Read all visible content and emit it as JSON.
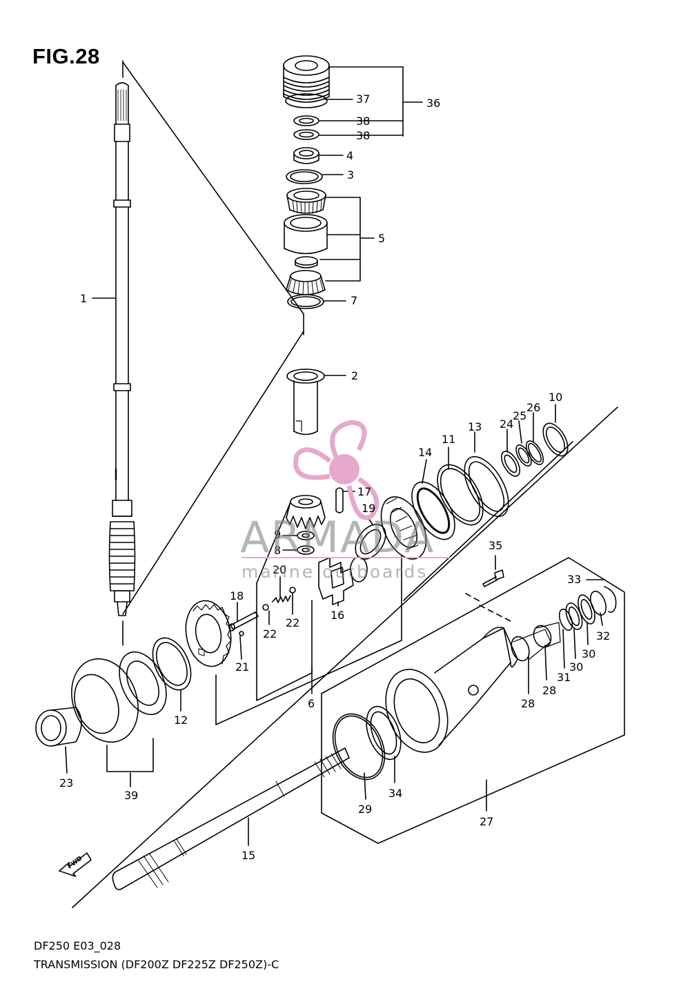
{
  "figure": {
    "title": "FIG.28"
  },
  "footer": {
    "code": "DF250 E03_028",
    "title": "TRANSMISSION (DF200Z DF225Z DF250Z)-C"
  },
  "watermark": {
    "name": "ARMADA",
    "sub": "marine outboards",
    "logo_color": "#e6a9cc",
    "text_color": "#8c8c8c"
  },
  "fwd_label": "FWD",
  "callouts": [
    "1",
    "2",
    "3",
    "4",
    "5",
    "6",
    "7",
    "8",
    "9",
    "10",
    "11",
    "12",
    "13",
    "14",
    "15",
    "16",
    "17",
    "18",
    "19",
    "20",
    "21",
    "22",
    "22",
    "23",
    "24",
    "25",
    "26",
    "27",
    "28",
    "28",
    "28",
    "29",
    "30",
    "30",
    "31",
    "32",
    "33",
    "34",
    "35",
    "36",
    "37",
    "38",
    "38",
    "39"
  ]
}
